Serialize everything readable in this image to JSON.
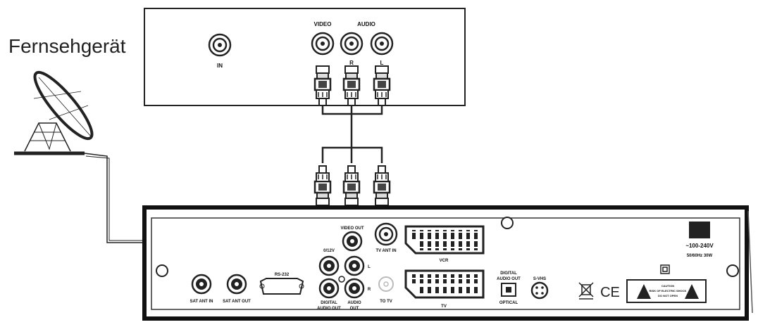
{
  "title": "Fernsehgerät",
  "tv": {
    "in_label": "IN",
    "video_label": "VIDEO",
    "audio_label": "AUDIO",
    "r_label": "R",
    "l_label": "L"
  },
  "receiver": {
    "sat_ant_in": "SAT ANT IN",
    "sat_ant_out": "SAT ANT OUT",
    "rs232": "RS-232",
    "video_out": "VIDEO OUT",
    "v012": "0/12V",
    "l_label": "L",
    "r_label": "R",
    "digital_audio_out_1": "DIGITAL",
    "digital_audio_out_2": "AUDIO OUT",
    "audio_out_1": "AUDIO",
    "audio_out_2": "OUT",
    "tv_ant_in": "TV ANT IN",
    "to_tv": "TO TV",
    "vcr": "VCR",
    "tv": "TV",
    "digital_optical_1": "DIGITAL",
    "digital_optical_2": "AUDIO OUT",
    "optical": "OPTICAL",
    "svhs": "S-VHS",
    "power_1": "~100-240V",
    "power_2": "50/60Hz 30W",
    "caution": "CAUTION",
    "caution_2": "RISK OF ELECTRIC SHOCK",
    "caution_3": "DO NOT OPEN",
    "ce": "CE"
  }
}
